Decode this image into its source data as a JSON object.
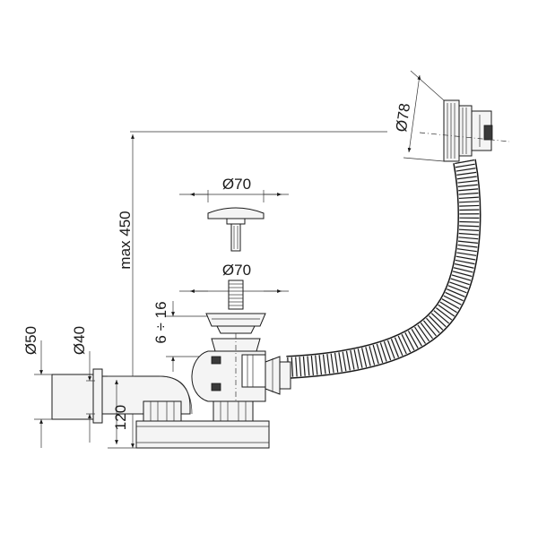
{
  "dimensions": {
    "overflow_diameter": "Ø78",
    "plug_diameter": "Ø70",
    "drain_body_diameter": "Ø70",
    "max_height": "max 450",
    "thickness_range": "6 ÷ 16",
    "outlet_height": "120",
    "outlet_outer_diameter": "Ø50",
    "outlet_inner_diameter": "Ø40"
  },
  "colors": {
    "line": "#1a1a1a",
    "fill": "#f4f4f4"
  }
}
